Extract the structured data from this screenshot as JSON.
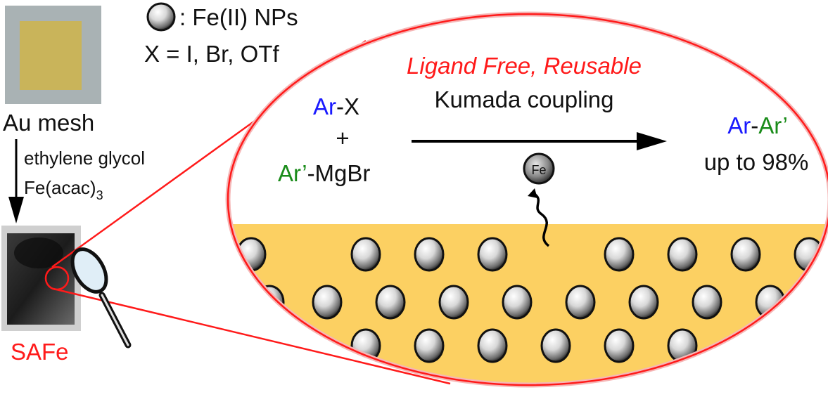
{
  "legend": {
    "sphere_label": ": Fe(II) NPs",
    "x_definition": "X = I, Br, OTf"
  },
  "left": {
    "start_label": "Au mesh",
    "condition_1": "ethylene glycol",
    "condition_2_main": "Fe(acac)",
    "condition_2_sub": "3",
    "product_label": "SAFe"
  },
  "reaction": {
    "headline": "Ligand Free, Reusable",
    "reactant1_ar": "Ar",
    "reactant1_rest": "-X",
    "plus": "+",
    "reactant2_ar": "Ar’",
    "reactant2_rest": "-MgBr",
    "arrow_label": "Kumada coupling",
    "catalyst_label": "Fe",
    "product_ar": "Ar",
    "product_dash": "-",
    "product_ar2": "Ar’",
    "yield": "up to 98%"
  },
  "colors": {
    "red": "#ff1a1a",
    "blue": "#1a1aff",
    "green": "#1a8c1a",
    "gold": "#fcd062"
  }
}
